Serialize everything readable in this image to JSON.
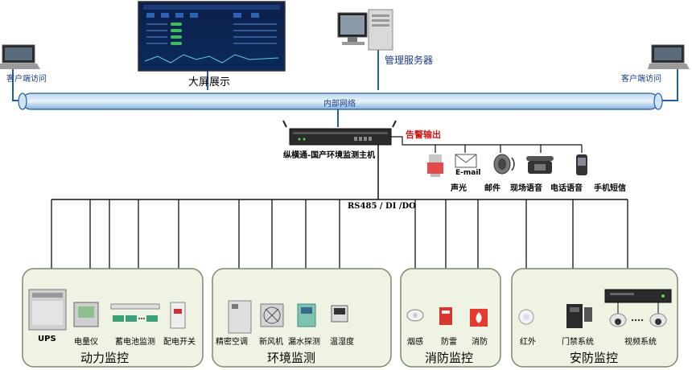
{
  "top": {
    "client_left": "客户端访问",
    "client_right": "客户端访问",
    "big_screen": "大屏展示",
    "server": "管理服务器",
    "network": "内部网络"
  },
  "host": {
    "name": "纵横通-国产环境监测主机",
    "bus": "RS485 / DI /DO",
    "alarm_title": "告警输出"
  },
  "alarm_outputs": [
    "声光",
    "邮件",
    "现场语音",
    "电话语音",
    "手机短信"
  ],
  "email_icon_text": "E-mail",
  "groups": [
    {
      "title": "动力监控",
      "items": [
        "UPS",
        "电量仪",
        "蓄电池监测",
        "配电开关"
      ]
    },
    {
      "title": "环境监测",
      "items": [
        "精密空调",
        "新风机",
        "漏水探测",
        "温湿度"
      ]
    },
    {
      "title": "消防监控",
      "items": [
        "烟感",
        "防雷",
        "消防"
      ]
    },
    {
      "title": "安防监控",
      "items": [
        "红外",
        "门禁系统",
        "视频系统"
      ]
    }
  ],
  "colors": {
    "pipe": "#4a8fc8",
    "panel_fill": "#eef3e3",
    "panel_border": "#7a8a6a",
    "alarm": "#d01818"
  }
}
